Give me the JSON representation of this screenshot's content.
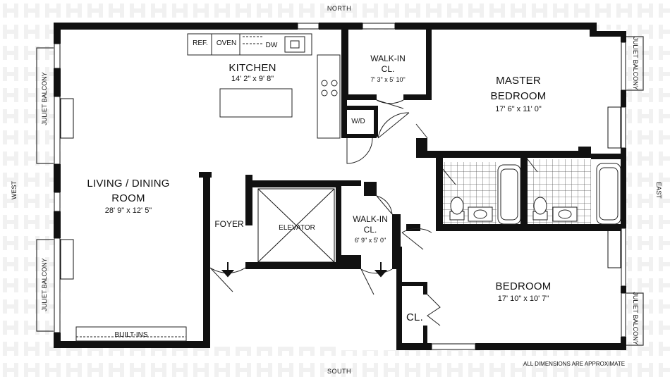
{
  "compass": {
    "north": "NORTH",
    "south": "SOUTH",
    "east": "EAST",
    "west": "WEST"
  },
  "rooms": {
    "kitchen": {
      "name": "KITCHEN",
      "dims": "14' 2\" x 9' 8\""
    },
    "living": {
      "name_line1": "LIVING / DINING",
      "name_line2": "ROOM",
      "dims": "28' 9\" x 12' 5\""
    },
    "master": {
      "name_line1": "MASTER",
      "name_line2": "BEDROOM",
      "dims": "17' 6\" x 11' 0\""
    },
    "bedroom": {
      "name": "BEDROOM",
      "dims": "17' 10\" x 10' 7\""
    },
    "walkin1": {
      "name_line1": "WALK-IN",
      "name_line2": "CL.",
      "dims": "7' 3\" x 5' 10\""
    },
    "walkin2": {
      "name_line1": "WALK-IN",
      "name_line2": "CL.",
      "dims": "6' 9\" x 5' 0\""
    },
    "foyer": {
      "name": "FOYER"
    },
    "elevator": {
      "name": "ELEVATOR"
    },
    "closet": {
      "name": "CL."
    },
    "wd": {
      "name": "W/D"
    }
  },
  "appliances": {
    "ref": "REF.",
    "oven": "OVEN",
    "dw": "DW",
    "builtins": "BUILT-INS"
  },
  "balconies": [
    "JULIET BALCONY",
    "JULIET BALCONY",
    "JULIET BALCONY",
    "JULIET BALCONY"
  ],
  "footnote": "ALL DIMENSIONS ARE APPROXIMATE"
}
